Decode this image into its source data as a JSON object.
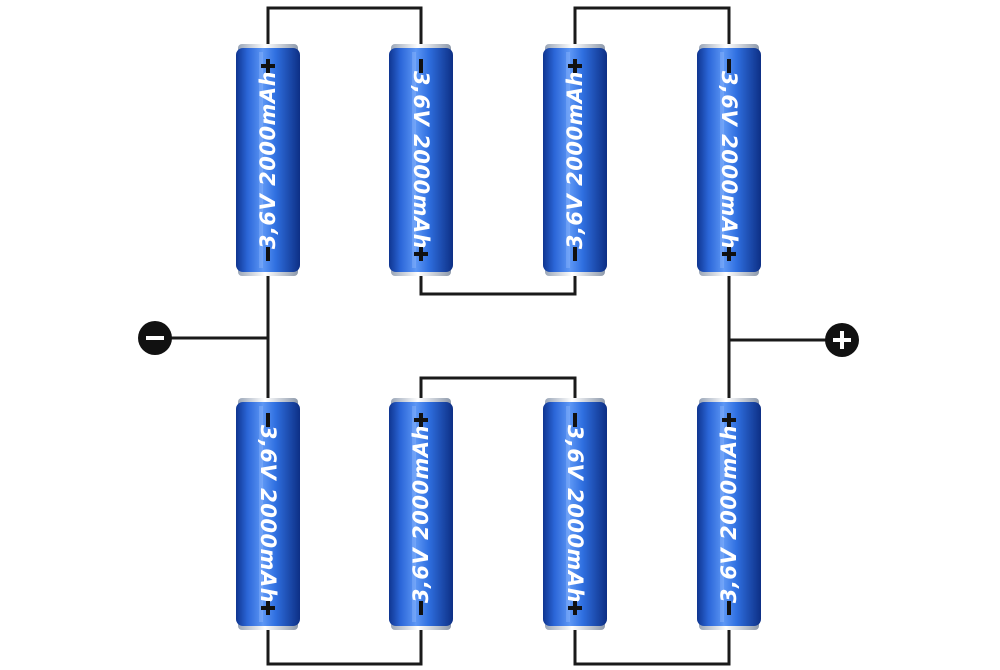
{
  "battery_label": "3,6V 2000mAh",
  "terminals": {
    "negative_symbol": "−",
    "positive_symbol": "+"
  },
  "cell_polarity_symbols": {
    "positive": "+",
    "negative": "−"
  },
  "colors": {
    "cell_dark": "#123c9c",
    "cell_mid": "#2f6fe0",
    "cell_light": "#6fa6ff",
    "wire": "#1a1a1a",
    "terminal": "#111111",
    "background": "#ffffff"
  },
  "cells": [
    {
      "id": "top-1",
      "row": "top",
      "plus_end": "top"
    },
    {
      "id": "top-2",
      "row": "top",
      "plus_end": "bottom"
    },
    {
      "id": "top-3",
      "row": "top",
      "plus_end": "top"
    },
    {
      "id": "top-4",
      "row": "top",
      "plus_end": "bottom"
    },
    {
      "id": "bottom-1",
      "row": "bottom",
      "plus_end": "bottom"
    },
    {
      "id": "bottom-2",
      "row": "bottom",
      "plus_end": "top"
    },
    {
      "id": "bottom-3",
      "row": "bottom",
      "plus_end": "bottom"
    },
    {
      "id": "bottom-4",
      "row": "bottom",
      "plus_end": "top"
    }
  ]
}
